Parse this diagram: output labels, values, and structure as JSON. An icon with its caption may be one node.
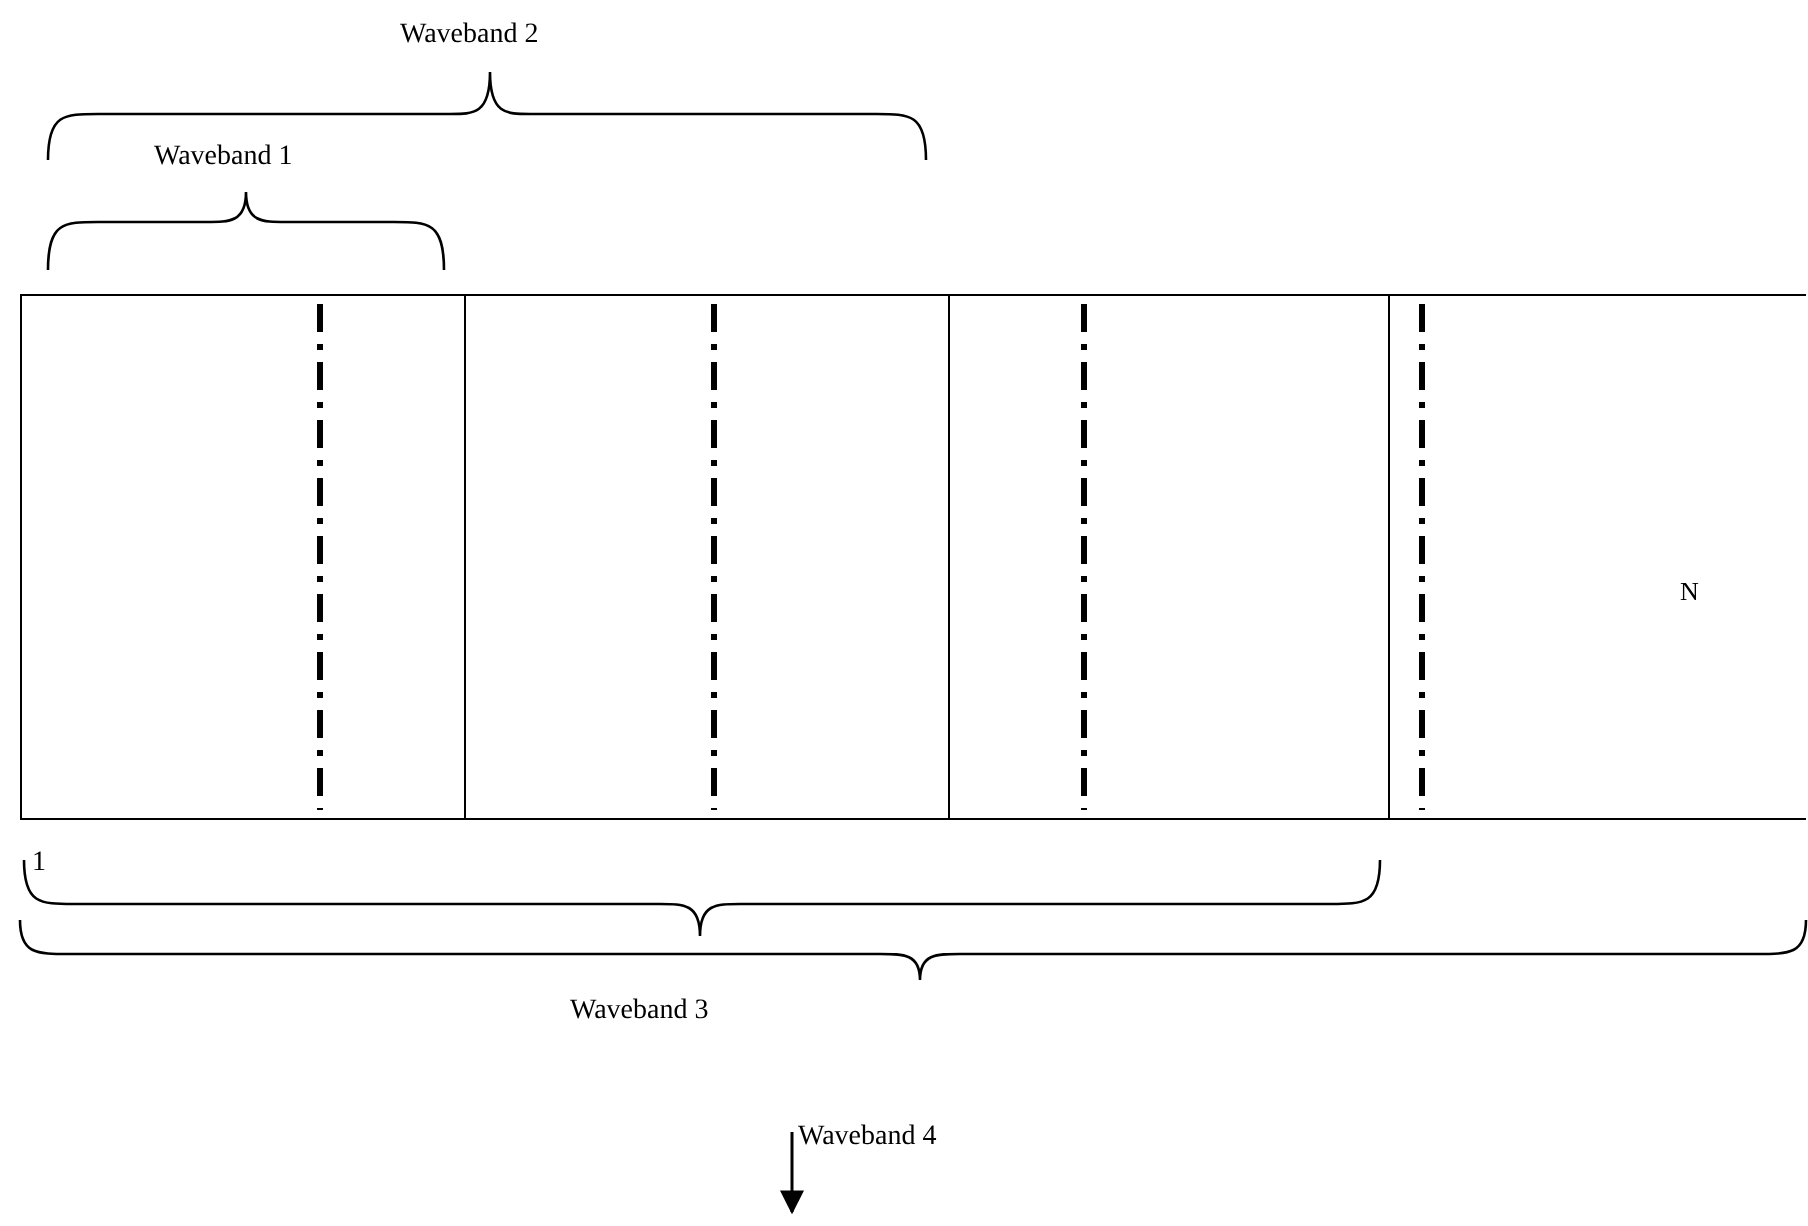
{
  "diagram": {
    "nodes": [
      {
        "text": [],
        "shape": "box"
      },
      {
        "text": [],
        "shape": "box"
      },
      {
        "text": [],
        "shape": "box"
      },
      {
        "text": [
          "N"
        ]
      }
    ],
    "labels": [
      "Waveband 2",
      "Waveband 1",
      "1",
      "Waveband 3",
      "Waveband 4"
    ]
  }
}
